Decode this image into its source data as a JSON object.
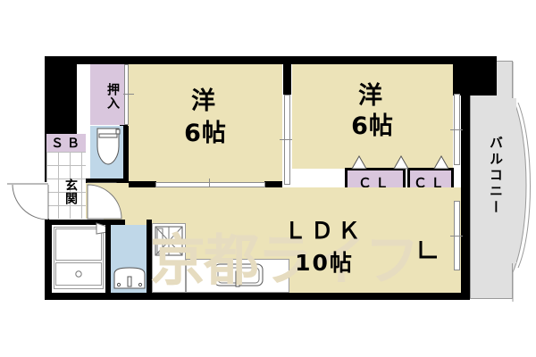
{
  "plan": {
    "type": "floor-plan",
    "layout_name": "2LDK",
    "watermark": "京都ライフ",
    "colors": {
      "wall": "#000000",
      "room_floor": "#ece3b8",
      "closet": "#d9c6dd",
      "water_area": "#bfd7e8",
      "balcony": "#e0e0e0",
      "watermark": "#e6dcc0"
    },
    "rooms": [
      {
        "id": "washitsu-left",
        "name": "洋",
        "size": "6帖",
        "label_line1": "洋",
        "label_line2": "6帖"
      },
      {
        "id": "washitsu-right",
        "name": "洋",
        "size": "6帖",
        "label_line1": "洋",
        "label_line2": "6帖"
      },
      {
        "id": "ldk",
        "name": "ＬＤＫ",
        "size": "10帖",
        "label_line1": "ＬＤＫ",
        "label_line2": "10帖"
      }
    ],
    "storage": [
      {
        "id": "oshiire",
        "label": "押入"
      },
      {
        "id": "closet-1",
        "label": "ＣＬ"
      },
      {
        "id": "closet-2",
        "label": "ＣＬ"
      },
      {
        "id": "shoe-box",
        "label": "ＳＢ"
      }
    ],
    "areas": [
      {
        "id": "genkan",
        "label": "玄関"
      },
      {
        "id": "balcony",
        "label": "バルコニー"
      }
    ],
    "fixtures": [
      {
        "id": "toilet",
        "name": "toilet-icon"
      },
      {
        "id": "bathtub",
        "name": "bathtub-icon"
      },
      {
        "id": "vanity",
        "name": "vanity-sink-icon"
      },
      {
        "id": "washer",
        "name": "washing-machine-icon"
      },
      {
        "id": "stove",
        "name": "stove-icon"
      },
      {
        "id": "kitchen-sink",
        "name": "kitchen-sink-icon"
      },
      {
        "id": "entry-door",
        "name": "entry-door-icon"
      },
      {
        "id": "room-door",
        "name": "interior-door-icon"
      }
    ]
  }
}
